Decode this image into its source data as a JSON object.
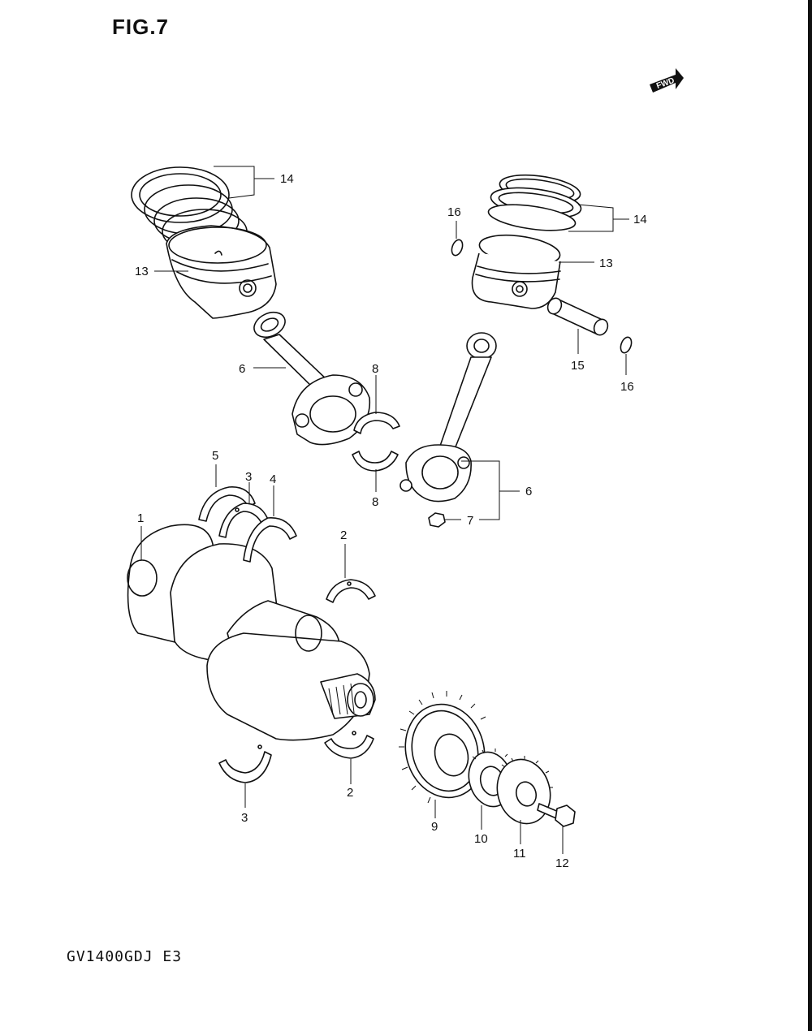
{
  "figure": {
    "title": "FIG.7",
    "model_code": "GV1400GDJ  E3",
    "direction_badge": "FWD"
  },
  "callouts": [
    {
      "id": "c14a",
      "number": "14"
    },
    {
      "id": "c13a",
      "number": "13"
    },
    {
      "id": "c16a",
      "number": "16"
    },
    {
      "id": "c14b",
      "number": "14"
    },
    {
      "id": "c13b",
      "number": "13"
    },
    {
      "id": "c15",
      "number": "15"
    },
    {
      "id": "c16b",
      "number": "16"
    },
    {
      "id": "c6a",
      "number": "6"
    },
    {
      "id": "c8a",
      "number": "8"
    },
    {
      "id": "c8b",
      "number": "8"
    },
    {
      "id": "c6b",
      "number": "6"
    },
    {
      "id": "c7",
      "number": "7"
    },
    {
      "id": "c5",
      "number": "5"
    },
    {
      "id": "c3a",
      "number": "3"
    },
    {
      "id": "c4",
      "number": "4"
    },
    {
      "id": "c1",
      "number": "1"
    },
    {
      "id": "c2a",
      "number": "2"
    },
    {
      "id": "c2b",
      "number": "2"
    },
    {
      "id": "c3b",
      "number": "3"
    },
    {
      "id": "c9",
      "number": "9"
    },
    {
      "id": "c10",
      "number": "10"
    },
    {
      "id": "c11",
      "number": "11"
    },
    {
      "id": "c12",
      "number": "12"
    }
  ]
}
